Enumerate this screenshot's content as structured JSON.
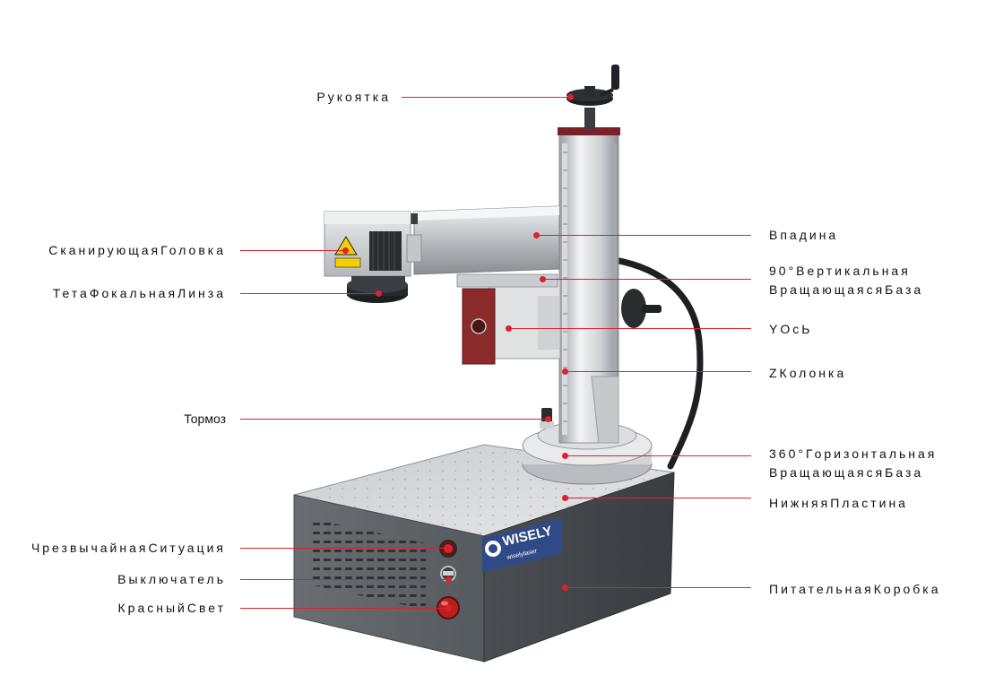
{
  "logo": {
    "brand": "WISELY",
    "tagline": "wiselylaser"
  },
  "labels": {
    "handle": "Рукоятка",
    "scan_head": "СканирующаяГоловка",
    "focal_lens": "ТетаФокальнаяЛинза",
    "brake": "Тормоз",
    "emergency": "ЧрезвычайнаяСитуация",
    "switch": "Выключатель",
    "red_light": "КрасныйСвет",
    "groove": "Впадина",
    "vertical_base_1": "90°Вертикальная",
    "vertical_base_2": "ВращающаясяБаза",
    "y_axis": "YОсЬ",
    "z_column": "ZКолонка",
    "horizontal_base_1": "360°Горизонтальная",
    "horizontal_base_2": "ВращающаясяБаза",
    "bottom_plate": "НижняяПластина",
    "power_box": "ПитательнаяКоробка"
  },
  "colors": {
    "callout": "#e0202a",
    "metal_light": "#d4d7da",
    "metal_dark": "#6e7378",
    "base_dark": "#5a5e63",
    "red_block": "#8a2a2a"
  }
}
